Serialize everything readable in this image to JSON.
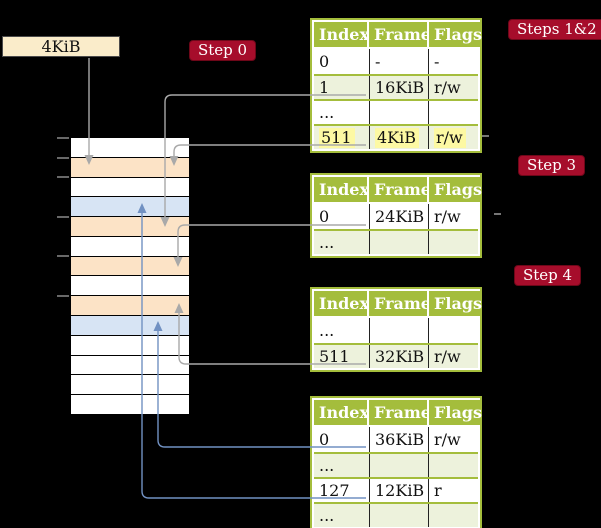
{
  "figure": {
    "background": "#000000"
  },
  "palette": {
    "table_header_green": "#A4BD3C",
    "table_row_shade_green": "#EDF2DC",
    "page_table_frame_peach": "#FCE3C6",
    "data_frame_blue": "#D7E4F4",
    "highlight_yellow": "#FDF9A3",
    "badge_crimson": "#A60D2B",
    "ptbr_box_cream": "#FAECCA",
    "gray_connector": "#A9A9A9",
    "blue_connector": "#7191C2"
  },
  "ptbr_box": {
    "label": "4KiB"
  },
  "badges": {
    "step0": "Step 0",
    "steps12": "Steps 1&2",
    "step3": "Step 3",
    "step4": "Step 4"
  },
  "tables": [
    {
      "id": "table-steps12",
      "headers": [
        "Index",
        "Frame",
        "Flags"
      ],
      "rows": [
        {
          "cells": [
            "0",
            "-",
            "-"
          ]
        },
        {
          "cells": [
            "1",
            "16KiB",
            "r/w"
          ]
        },
        {
          "cells": [
            "...",
            "",
            ""
          ]
        },
        {
          "cells": [
            "511",
            "4KiB",
            "r/w"
          ],
          "highlighted": true
        }
      ]
    },
    {
      "id": "table-step3",
      "headers": [
        "Index",
        "Frame",
        "Flags"
      ],
      "rows": [
        {
          "cells": [
            "0",
            "24KiB",
            "r/w"
          ]
        },
        {
          "cells": [
            "...",
            "",
            ""
          ]
        }
      ]
    },
    {
      "id": "table-step4-upper",
      "headers": [
        "Index",
        "Frame",
        "Flags"
      ],
      "rows": [
        {
          "cells": [
            "...",
            "",
            ""
          ]
        },
        {
          "cells": [
            "511",
            "32KiB",
            "r/w"
          ]
        }
      ]
    },
    {
      "id": "table-bottom",
      "headers": [
        "Index",
        "Frame",
        "Flags"
      ],
      "rows": [
        {
          "cells": [
            "0",
            "36KiB",
            "r/w"
          ]
        },
        {
          "cells": [
            "...",
            "",
            ""
          ]
        },
        {
          "cells": [
            "127",
            "12KiB",
            "r"
          ]
        },
        {
          "cells": [
            "...",
            "",
            ""
          ]
        }
      ]
    }
  ],
  "memory": {
    "rows": [
      "plain",
      "pt",
      "plain",
      "data",
      "pt",
      "plain",
      "pt",
      "plain",
      "pt",
      "data",
      "plain",
      "plain",
      "plain",
      "plain"
    ]
  }
}
